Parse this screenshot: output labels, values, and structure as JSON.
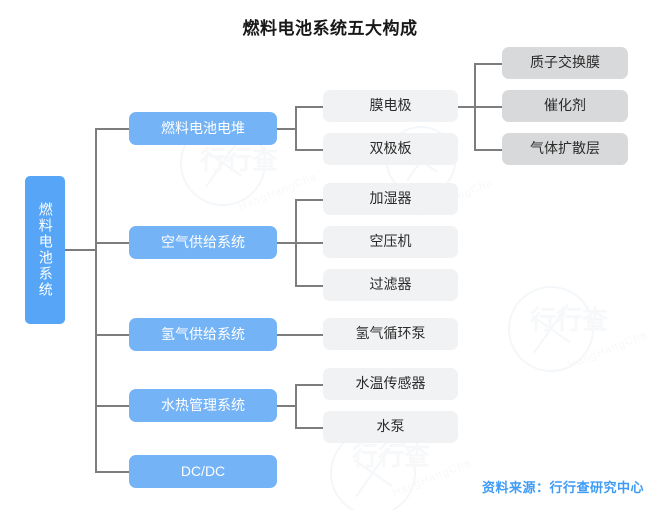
{
  "title": "燃料电池系统五大构成",
  "source_note": "资料来源：行行查研究中心",
  "watermark": {
    "cn": "行行查",
    "en": "HangHangCha"
  },
  "diagram": {
    "type": "tree",
    "root": {
      "label": "燃料电池系统",
      "orientation": "vertical"
    },
    "level2": [
      {
        "label": "燃料电池电堆",
        "children": [
          {
            "label": "膜电极",
            "children": [
              {
                "label": "质子交换膜"
              },
              {
                "label": "催化剂"
              },
              {
                "label": "气体扩散层"
              }
            ]
          },
          {
            "label": "双极板",
            "children": []
          }
        ]
      },
      {
        "label": "空气供给系统",
        "children": [
          {
            "label": "加湿器",
            "children": []
          },
          {
            "label": "空压机",
            "children": []
          },
          {
            "label": "过滤器",
            "children": []
          }
        ]
      },
      {
        "label": "氢气供给系统",
        "children": [
          {
            "label": "氢气循环泵",
            "children": []
          }
        ]
      },
      {
        "label": "水热管理系统",
        "children": [
          {
            "label": "水温传感器",
            "children": []
          },
          {
            "label": "水泵",
            "children": []
          }
        ]
      },
      {
        "label": "DC/DC",
        "children": []
      }
    ]
  },
  "colors": {
    "root_blue": "#56a5f7",
    "level2_blue": "#74b3f5",
    "level3_gray": "#f1f2f3",
    "level4_gray": "#d8d9da",
    "connector": "#7d7d7d",
    "source_blue": "#3f9bf5",
    "title_text": "#181818"
  }
}
